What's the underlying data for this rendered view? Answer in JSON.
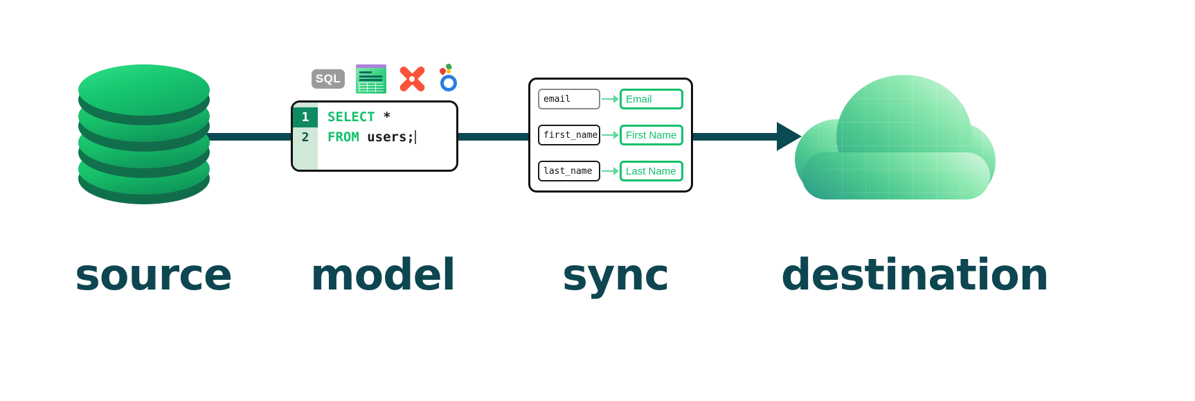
{
  "diagram": {
    "title": "source to destination data pipeline",
    "background": "#ffffff",
    "accent_green": "#12c06c",
    "accent_teal": "#0b4a52",
    "label_color": "#0d4650"
  },
  "stages": {
    "source": {
      "label": "source",
      "icon": "database-cylinder-icon"
    },
    "model": {
      "label": "model",
      "icon": "code-editor-icon"
    },
    "sync": {
      "label": "sync",
      "icon": "field-mapping-icon"
    },
    "destination": {
      "label": "destination",
      "icon": "cloud-icon"
    }
  },
  "tool_icons": [
    {
      "name": "sql-badge-icon",
      "label": "SQL"
    },
    {
      "name": "spreadsheet-icon",
      "label": ""
    },
    {
      "name": "x-mark-icon",
      "label": ""
    },
    {
      "name": "looker-icon",
      "label": ""
    }
  ],
  "code_editor": {
    "lines": [
      {
        "number": "1",
        "active": true,
        "keyword": "SELECT",
        "rest": " *"
      },
      {
        "number": "2",
        "active": false,
        "keyword": "FROM",
        "rest": " users;"
      }
    ]
  },
  "sync_mapping": {
    "rows": [
      {
        "source_field": "email",
        "destination_field": "Email"
      },
      {
        "source_field": "first_name",
        "destination_field": "First Name"
      },
      {
        "source_field": "last_name",
        "destination_field": "Last Name"
      }
    ]
  }
}
